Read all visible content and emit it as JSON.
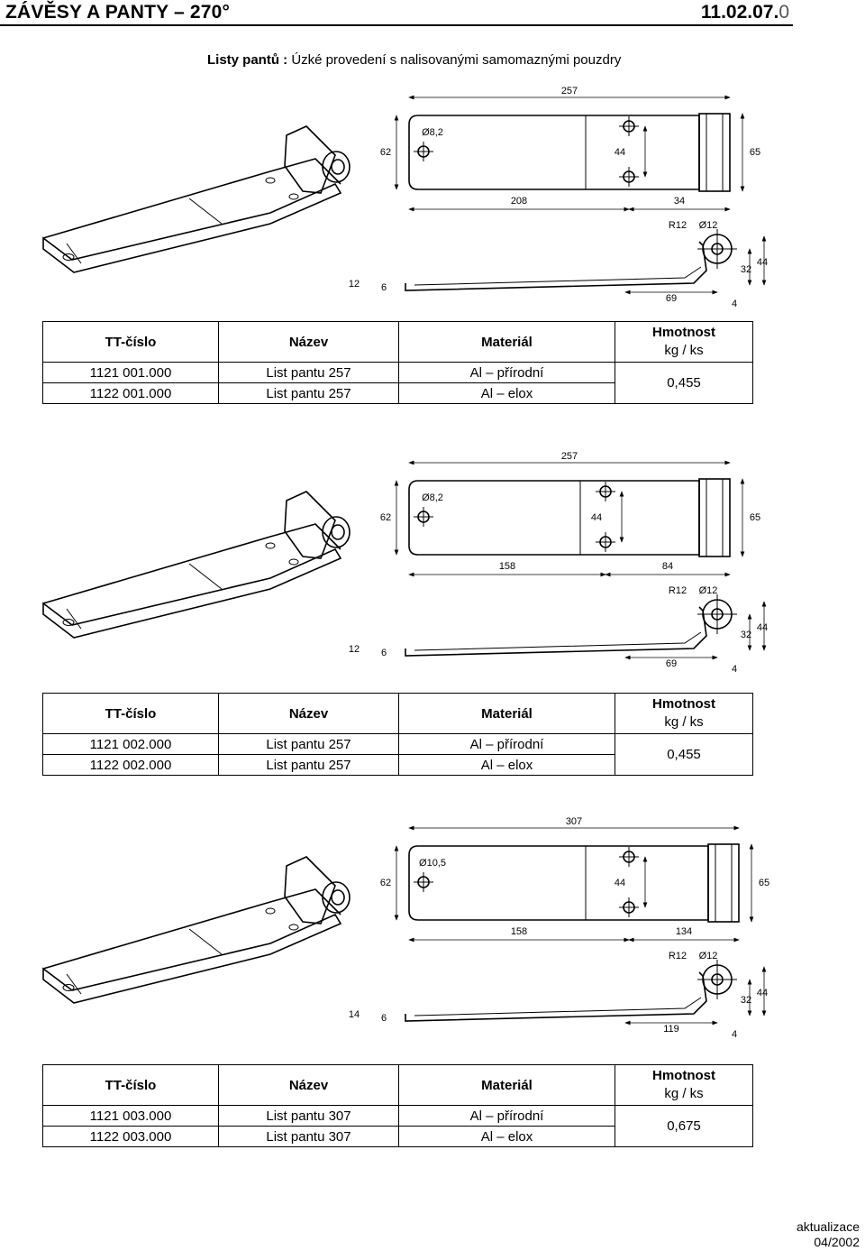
{
  "header": {
    "title": "ZÁVĚSY A PANTY – 270°",
    "code_bold": "11.02.07.",
    "code_light": "0"
  },
  "subtitle": {
    "bold": "Listy pantů :",
    "text": "Úzké provedení s nalisovanými samomaznými pouzdry"
  },
  "table_headers": {
    "number": "TT-číslo",
    "name": "Název",
    "material": "Materiál",
    "weight": "Hmotnost",
    "weight_unit": "kg / ks"
  },
  "sections": [
    {
      "dims": {
        "length": "257",
        "hole": "Ø8,2",
        "h62": "62",
        "h44": "44",
        "h65": "65",
        "seg_a": "208",
        "seg_b": "34",
        "r12": "R12",
        "d12": "Ø12",
        "t12": "12",
        "t6": "6",
        "s69": "69",
        "s4": "4",
        "s32": "32",
        "s44": "44"
      },
      "rows": [
        {
          "number": "1121 001.000",
          "name": "List pantu 257",
          "material": "Al – přírodní"
        },
        {
          "number": "1122 001.000",
          "name": "List pantu 257",
          "material": "Al – elox"
        }
      ],
      "weight": "0,455"
    },
    {
      "dims": {
        "length": "257",
        "hole": "Ø8,2",
        "h62": "62",
        "h44": "44",
        "h65": "65",
        "seg_a": "158",
        "seg_b": "84",
        "r12": "R12",
        "d12": "Ø12",
        "t12": "12",
        "t6": "6",
        "s69": "69",
        "s4": "4",
        "s32": "32",
        "s44": "44"
      },
      "rows": [
        {
          "number": "1121 002.000",
          "name": "List pantu 257",
          "material": "Al – přírodní"
        },
        {
          "number": "1122 002.000",
          "name": "List pantu 257",
          "material": "Al – elox"
        }
      ],
      "weight": "0,455"
    },
    {
      "dims": {
        "length": "307",
        "hole": "Ø10,5",
        "h62": "62",
        "h44": "44",
        "h65": "65",
        "seg_a": "158",
        "seg_b": "134",
        "r12": "R12",
        "d12": "Ø12",
        "t12": "14",
        "t6": "6",
        "s69": "119",
        "s4": "4",
        "s32": "32",
        "s44": "44"
      },
      "rows": [
        {
          "number": "1121 003.000",
          "name": "List pantu 307",
          "material": "Al – přírodní"
        },
        {
          "number": "1122 003.000",
          "name": "List pantu 307",
          "material": "Al – elox"
        }
      ],
      "weight": "0,675"
    }
  ],
  "footer": {
    "label": "aktualizace",
    "date": "04/2002"
  }
}
